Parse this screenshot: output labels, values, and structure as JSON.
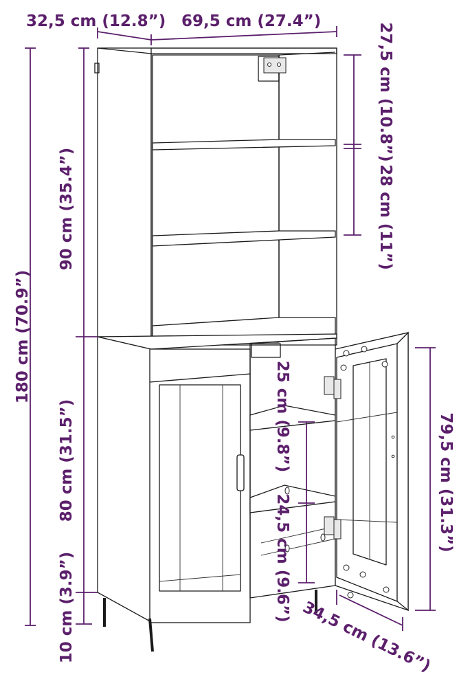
{
  "labels": {
    "depth_top": "32,5 cm (12.8”)",
    "width": "69,5 cm (27.4”)",
    "shelf_gap_top": "27,5 cm (10.8”)",
    "shelf_gap_mid": "28 cm (11”)",
    "upper_height": "90 cm (35.4”)",
    "total_height": "180 cm (70.9”)",
    "lower_height": "80 cm (31.5”)",
    "leg_height": "10 cm (3.9”)",
    "inner_gap_top": "25 cm (9.8”)",
    "inner_gap_bottom": "24,5 cm (9.6”)",
    "door_height": "79,5 cm (31.3”)",
    "inner_depth": "34,5 cm (13.6”)"
  },
  "colors": {
    "dimension": "#5b1f6b",
    "outline": "#1a1a1a"
  }
}
